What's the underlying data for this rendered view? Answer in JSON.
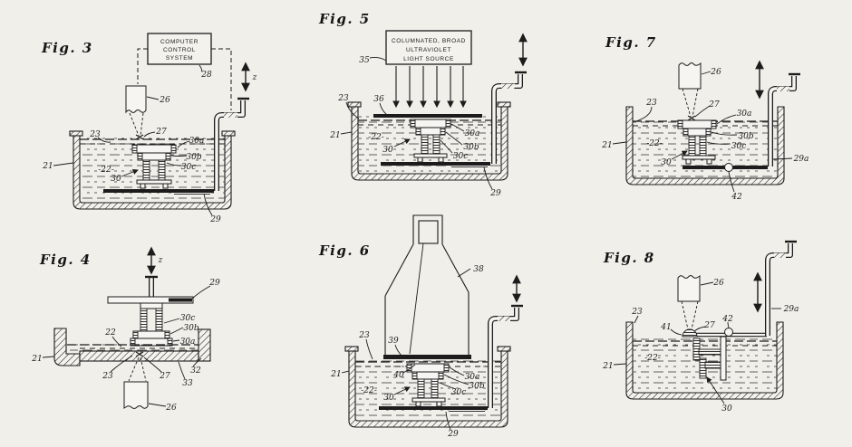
{
  "page": {
    "background": "#f0efea",
    "ink": "#1c1c1c"
  },
  "fig3": {
    "title": "Fig. 3",
    "box": [
      "COMPUTER",
      "CONTROL",
      "SYSTEM"
    ],
    "refs": {
      "r28": "28",
      "r26": "26",
      "r27": "27",
      "r23": "23",
      "r21": "21",
      "r22": "-22-",
      "r30": "30",
      "r30a": "30a",
      "r30b": "30b",
      "r30c": "30c",
      "r29": "29",
      "z": "z"
    }
  },
  "fig5": {
    "title": "Fig. 5",
    "box": [
      "COLUMNATED, BROAD",
      "ULTRAVIOLET",
      "LIGHT SOURCE"
    ],
    "refs": {
      "r35": "35",
      "r36": "36",
      "r23": "23",
      "r21": "21",
      "r22": "-22-",
      "r30": "30",
      "r30a": "30a",
      "r30b": "30b",
      "r30c": "30c",
      "r29": "29"
    }
  },
  "fig7": {
    "title": "Fig. 7",
    "refs": {
      "r26": "26",
      "r27": "27",
      "r23": "23",
      "r21": "21",
      "r22": "-22-",
      "r30": "30",
      "r30a": "30a",
      "r30b": "30b",
      "r30c": "30c",
      "r29a": "29a",
      "r42": "42"
    }
  },
  "fig4": {
    "title": "Fig. 4",
    "refs": {
      "z": "z",
      "r29": "29",
      "r30c": "30c",
      "r30b": "30b",
      "r30a": "30a",
      "r22": "22",
      "r21": "21",
      "r23": "23",
      "r27": "27",
      "r32": "32",
      "r33": "33",
      "r26": "26"
    }
  },
  "fig6": {
    "title": "Fig. 6",
    "refs": {
      "r38": "38",
      "r39": "39",
      "r40": "40",
      "r23": "23",
      "r21": "21",
      "r22": "-22-",
      "r30": "30",
      "r30a": "30a",
      "r30b": "30b",
      "r30c": "30c",
      "r29": "29"
    }
  },
  "fig8": {
    "title": "Fig. 8",
    "refs": {
      "r26": "26",
      "r27": "27",
      "r41": "41",
      "r42": "42",
      "r29a": "29a",
      "r23": "23",
      "r21": "21",
      "r22": "-22-",
      "r30": "30"
    }
  }
}
